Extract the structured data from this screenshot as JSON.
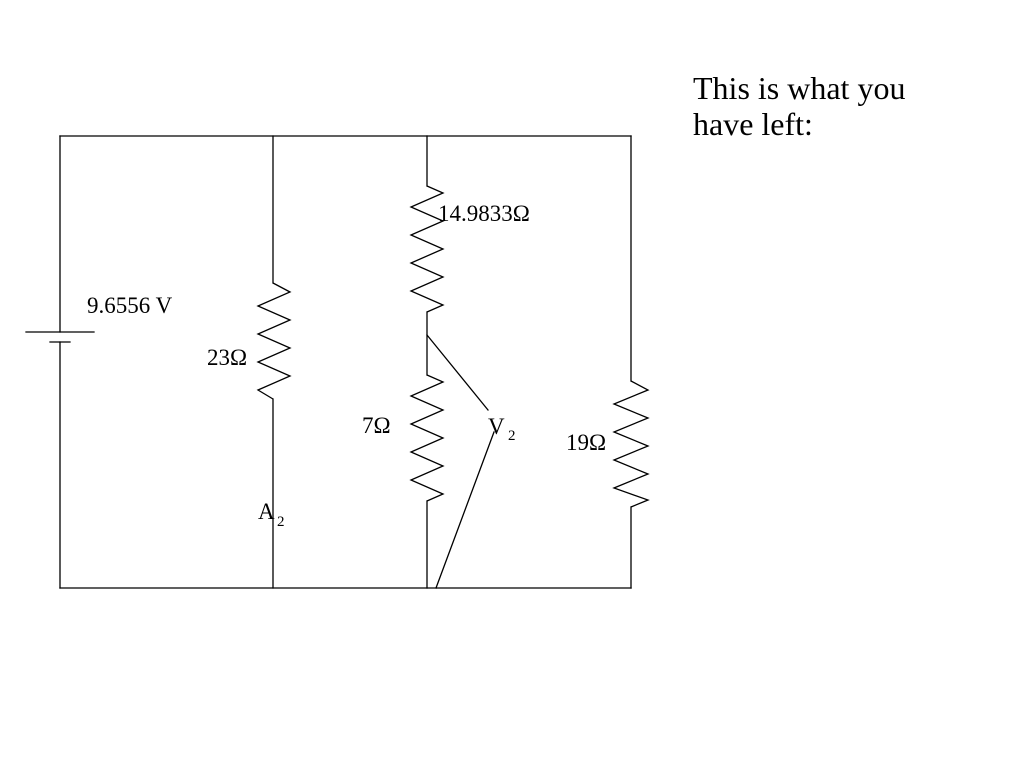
{
  "slide": {
    "note_line_1": "This is what you",
    "note_line_2": "have left:"
  },
  "circuit": {
    "battery": {
      "label": "9.6556 V"
    },
    "resistors": {
      "r_left": {
        "label": "23Ω"
      },
      "r_top_middle": {
        "label": "14.9833Ω"
      },
      "r_bottom_middle": {
        "label": "7Ω"
      },
      "r_right": {
        "label": "19Ω"
      }
    },
    "ammeter": {
      "letter": "A",
      "subscript": "2"
    },
    "voltmeter": {
      "letter": "V",
      "subscript": "2"
    }
  }
}
